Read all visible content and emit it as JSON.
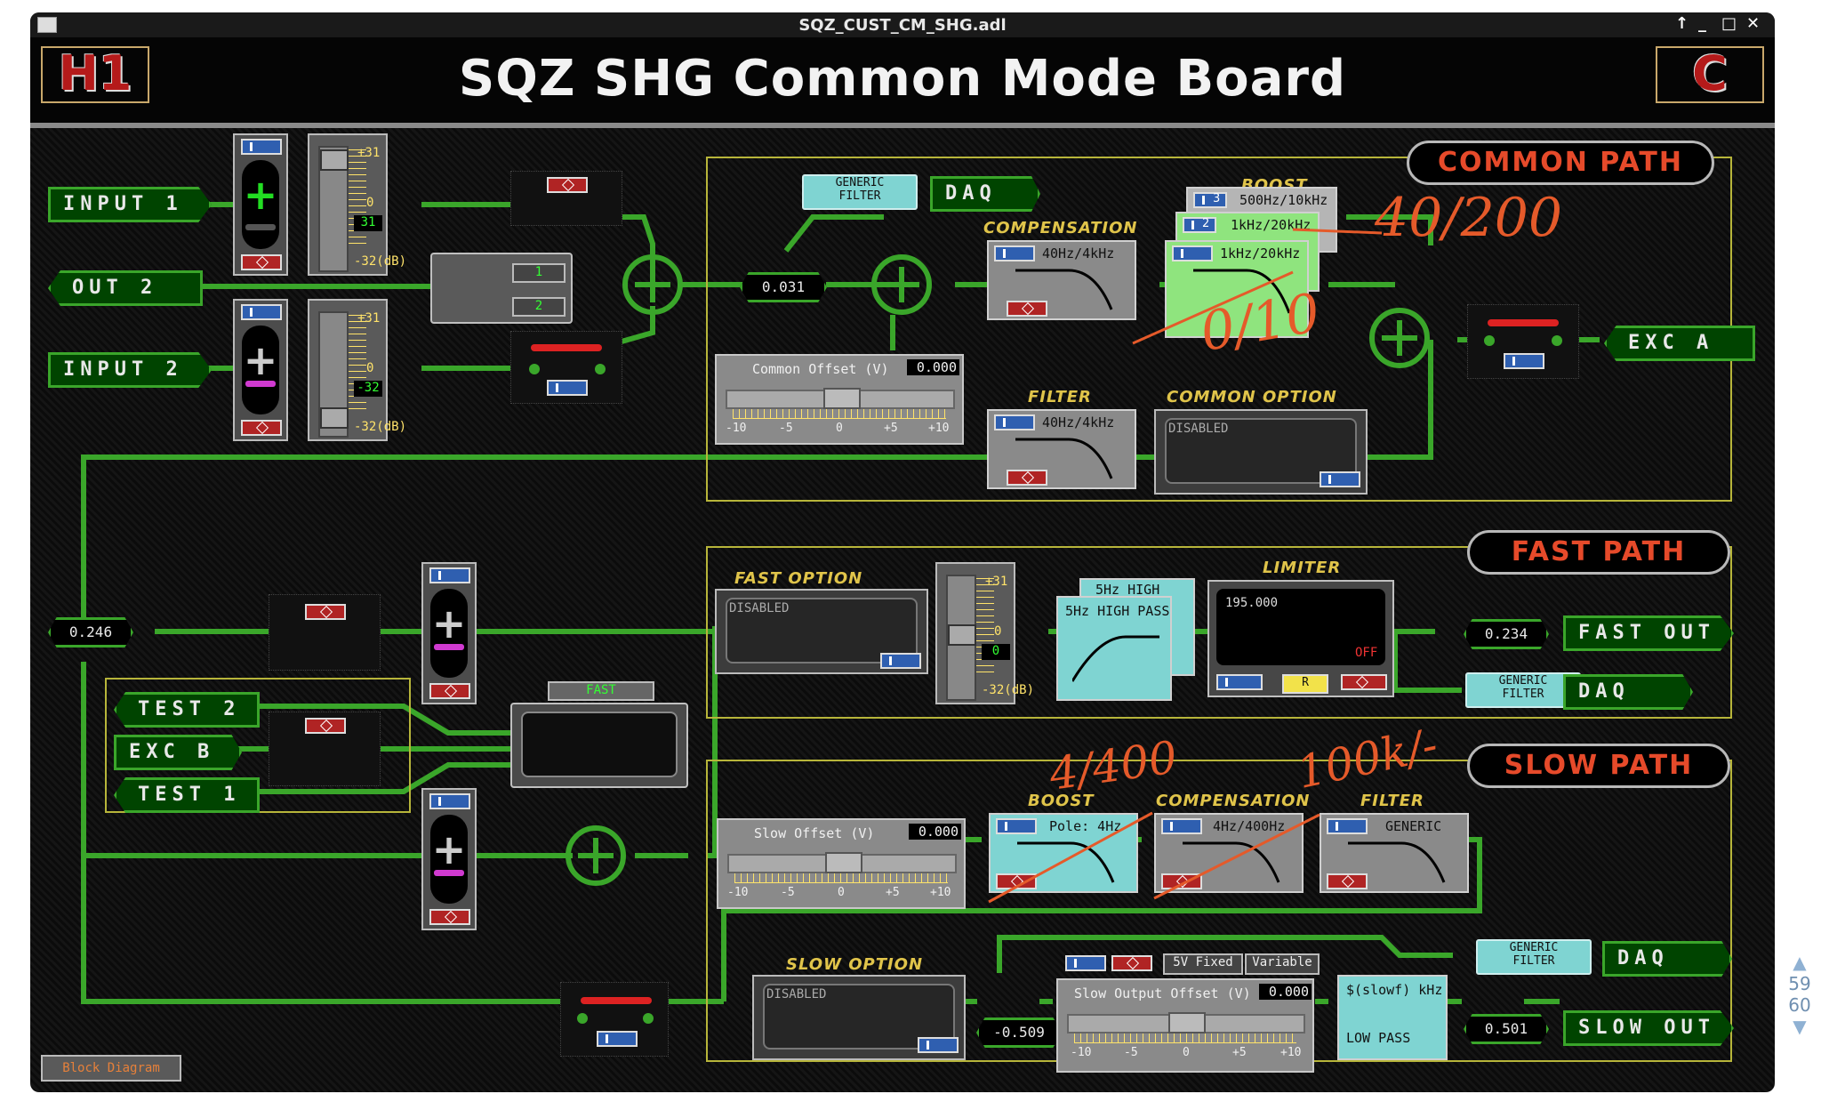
{
  "window": {
    "title": "SQZ_CUST_CM_SHG.adl",
    "controls": [
      "↑",
      "_",
      "□",
      "✕"
    ]
  },
  "header": {
    "title": "SQZ SHG Common Mode Board",
    "left_logo": "H1",
    "right_logo": "C"
  },
  "ports": {
    "input1": "INPUT 1",
    "out2": "OUT 2",
    "input2": "INPUT 2",
    "exc_a": "EXC A",
    "daq_common": "DAQ",
    "fast_out": "FAST OUT",
    "daq_fast": "DAQ",
    "test2": "TEST 2",
    "exc_b": "EXC B",
    "test1": "TEST 1",
    "daq_slow": "DAQ",
    "slow_out": "SLOW OUT"
  },
  "sections": {
    "common_path": "COMMON PATH",
    "fast_path": "FAST PATH",
    "slow_path": "SLOW PATH"
  },
  "input1": {
    "gain_top": "+31",
    "gain_mid": "0",
    "gain_bot": "-32(dB)",
    "value": "31",
    "plus_btn": "+",
    "minus_btn": "-"
  },
  "input2": {
    "gain_top": "+31",
    "gain_mid": "0",
    "gain_bot": "-32(dB)",
    "value": "-32",
    "plus_btn": "+",
    "minus_btn": "-"
  },
  "mux_inputs": {
    "a": "1",
    "b": "2"
  },
  "common": {
    "value_node": "0.031",
    "generic_filter": "GENERIC\nFILTER",
    "offset_label": "Common Offset (V)",
    "offset_value": "0.000",
    "ticks": [
      "-10",
      "-5",
      "0",
      "+5",
      "+10"
    ],
    "compensation_label": "COMPENSATION",
    "compensation_filter": "40Hz/4kHz",
    "boost_label": "BOOST",
    "boost_filters": [
      {
        "num": "3",
        "text": "500Hz/10kHz"
      },
      {
        "num": "2",
        "text": "1kHz/20kHz"
      },
      {
        "num": "",
        "text": "1kHz/20kHz"
      }
    ],
    "filter_label": "FILTER",
    "filter_value": "40Hz/4kHz",
    "option_label": "COMMON  OPTION",
    "option_state": "DISABLED"
  },
  "fast": {
    "node_value": "0.246",
    "option_label": "FAST  OPTION",
    "option_state": "DISABLED",
    "gain_top": "+31",
    "gain_mid": "0",
    "gain_bot": "-32(dB)",
    "gain_value": "0",
    "hp_back": "5Hz HIGH PASS",
    "hp_front": "5Hz HIGH PASS",
    "limiter_label": "LIMITER",
    "limiter_value": "195.000",
    "limiter_state": "OFF",
    "limiter_r": "R",
    "out_value": "0.234",
    "generic_filter": "GENERIC\nFILTER",
    "mux_label": "FAST"
  },
  "slow": {
    "offset_label": "Slow Offset (V)",
    "offset_value": "0.000",
    "ticks": [
      "-10",
      "-5",
      "0",
      "+5",
      "+10"
    ],
    "boost_label": "BOOST",
    "boost_filter": "Pole: 4Hz",
    "compensation_label": "COMPENSATION",
    "compensation_filter": "4Hz/400Hz",
    "filter_label": "FILTER",
    "filter_value": "GENERIC",
    "generic_filter": "GENERIC\nFILTER",
    "option_label": "SLOW  OPTION",
    "option_state": "DISABLED",
    "node_value": "-0.509",
    "fixed_btn": "5V Fixed",
    "variable_btn": "Variable",
    "out_offset_label": "Slow Output Offset (V)",
    "out_offset_value": "0.000",
    "lowpass_top": "$(slowf) kHz",
    "lowpass_bot": "LOW PASS",
    "out_value": "0.501"
  },
  "annotations": {
    "a1": "40/200",
    "a2": "0/10",
    "a3": "4/400",
    "a4": "100k/-"
  },
  "scroll_indicator": {
    "top": "59",
    "bottom": "60"
  },
  "footer": {
    "block_diagram": "Block Diagram"
  },
  "colors": {
    "wire": "#3aa62a",
    "path_border": "#b7b53a",
    "section_text": "#e64a2a",
    "annotation": "#e55a2a"
  }
}
